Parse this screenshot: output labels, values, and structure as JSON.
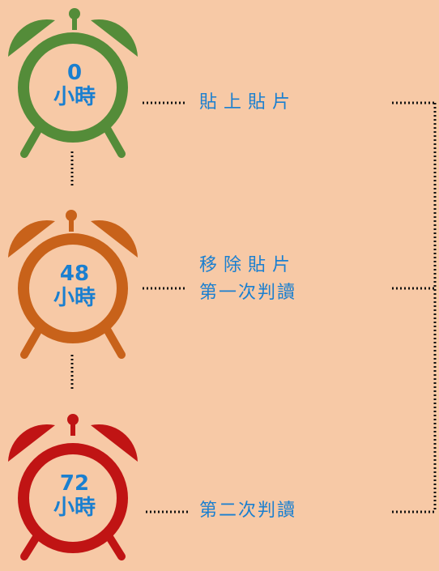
{
  "stages": [
    {
      "hours": "0",
      "unit": "小時",
      "color": "#548c39",
      "lines": [
        "貼上貼片"
      ]
    },
    {
      "hours": "48",
      "unit": "小時",
      "color": "#c8621a",
      "lines": [
        "移除貼片",
        "第一次判讀"
      ]
    },
    {
      "hours": "72",
      "unit": "小時",
      "color": "#c01414",
      "lines": [
        "第二次判讀"
      ]
    }
  ],
  "accent_text_color": "#1a7fd0",
  "background_color": "#f7c9a6",
  "dotted_line_color": "#111111"
}
